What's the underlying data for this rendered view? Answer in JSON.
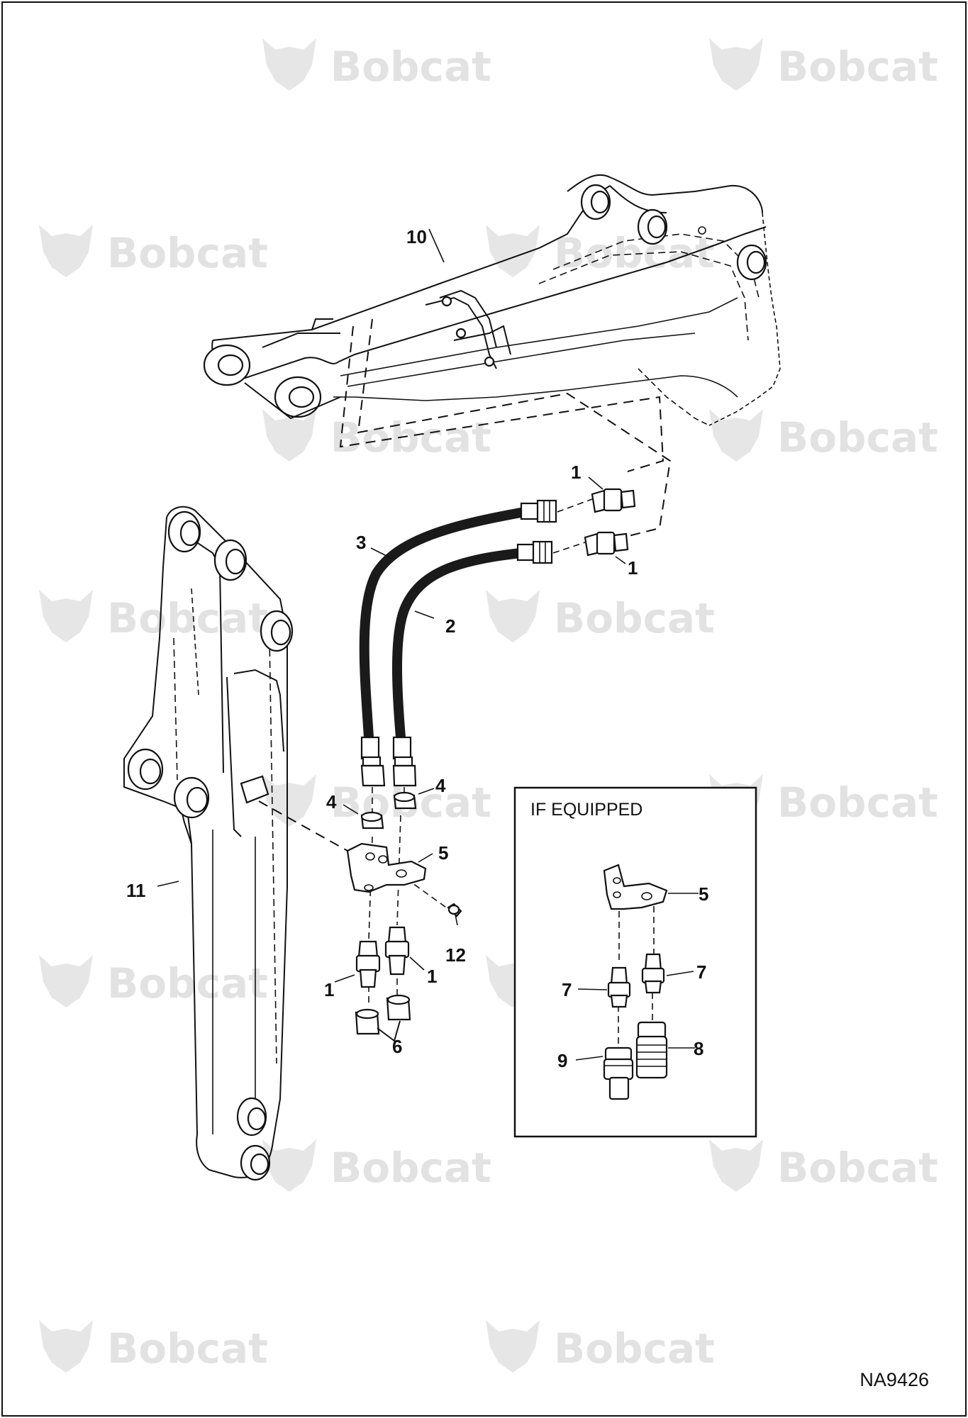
{
  "figure_number": "NA9426",
  "watermark_text": "Bobcat",
  "inset_title": "IF EQUIPPED",
  "callouts": [
    {
      "id": "c1a",
      "text": "1"
    },
    {
      "id": "c1b",
      "text": "1"
    },
    {
      "id": "c1c",
      "text": "1"
    },
    {
      "id": "c1d",
      "text": "1"
    },
    {
      "id": "c2",
      "text": "2"
    },
    {
      "id": "c3",
      "text": "3"
    },
    {
      "id": "c4a",
      "text": "4"
    },
    {
      "id": "c4b",
      "text": "4"
    },
    {
      "id": "c5",
      "text": "5"
    },
    {
      "id": "c6",
      "text": "6"
    },
    {
      "id": "c10",
      "text": "10"
    },
    {
      "id": "c11",
      "text": "11"
    },
    {
      "id": "c12",
      "text": "12"
    },
    {
      "id": "c5i",
      "text": "5"
    },
    {
      "id": "c7a",
      "text": "7"
    },
    {
      "id": "c7b",
      "text": "7"
    },
    {
      "id": "c8",
      "text": "8"
    },
    {
      "id": "c9",
      "text": "9"
    }
  ],
  "colors": {
    "line": "#111111",
    "hose": "#1a1a1a",
    "watermark": "#e2e2e2",
    "background": "#ffffff"
  }
}
